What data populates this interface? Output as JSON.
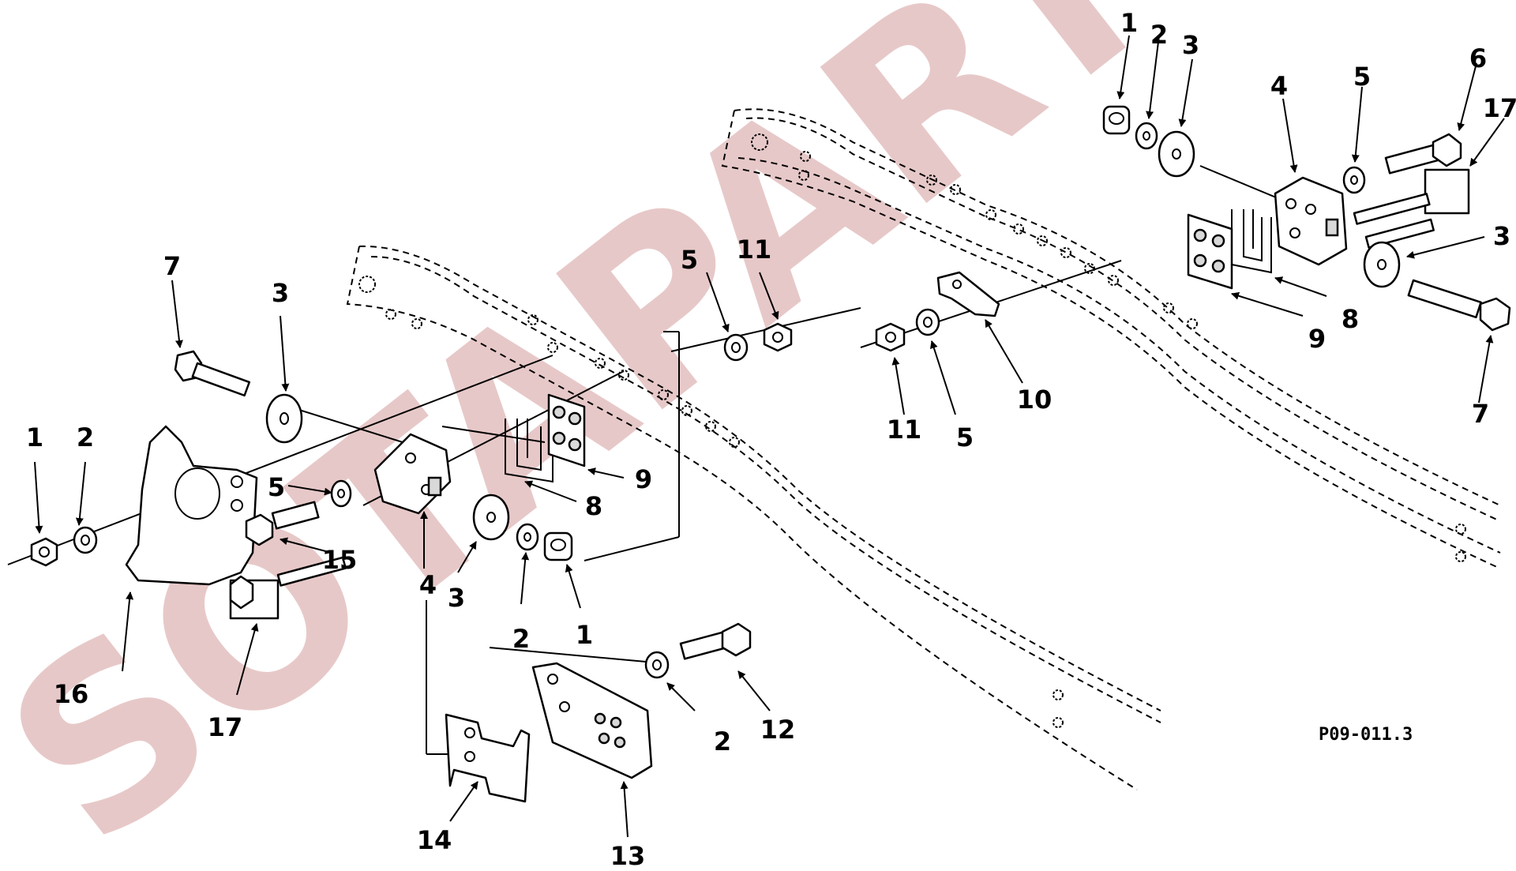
{
  "watermark": "SOTAPARTS.COM",
  "drawing_code": "P09-011.3",
  "callouts": [
    {
      "id": "c1a",
      "text": "1"
    },
    {
      "id": "c2a",
      "text": "2"
    },
    {
      "id": "c3a",
      "text": "3"
    },
    {
      "id": "c4a",
      "text": "4"
    },
    {
      "id": "c5a",
      "text": "5"
    },
    {
      "id": "c6a",
      "text": "6"
    },
    {
      "id": "c17a",
      "text": "17"
    },
    {
      "id": "c3b",
      "text": "3"
    },
    {
      "id": "c8a",
      "text": "8"
    },
    {
      "id": "c9a",
      "text": "9"
    },
    {
      "id": "c7a",
      "text": "7"
    },
    {
      "id": "c5b",
      "text": "5"
    },
    {
      "id": "c11a",
      "text": "11"
    },
    {
      "id": "c11b",
      "text": "11"
    },
    {
      "id": "c5c",
      "text": "5"
    },
    {
      "id": "c10a",
      "text": "10"
    },
    {
      "id": "c7b",
      "text": "7"
    },
    {
      "id": "c3c",
      "text": "3"
    },
    {
      "id": "c1b",
      "text": "1"
    },
    {
      "id": "c2b",
      "text": "2"
    },
    {
      "id": "c5d",
      "text": "5"
    },
    {
      "id": "c15a",
      "text": "15"
    },
    {
      "id": "c16a",
      "text": "16"
    },
    {
      "id": "c17b",
      "text": "17"
    },
    {
      "id": "c4b",
      "text": "4"
    },
    {
      "id": "c3d",
      "text": "3"
    },
    {
      "id": "c2c",
      "text": "2"
    },
    {
      "id": "c1c",
      "text": "1"
    },
    {
      "id": "c8b",
      "text": "8"
    },
    {
      "id": "c9b",
      "text": "9"
    },
    {
      "id": "c2d",
      "text": "2"
    },
    {
      "id": "c12a",
      "text": "12"
    },
    {
      "id": "c14a",
      "text": "14"
    },
    {
      "id": "c13a",
      "text": "13"
    }
  ]
}
